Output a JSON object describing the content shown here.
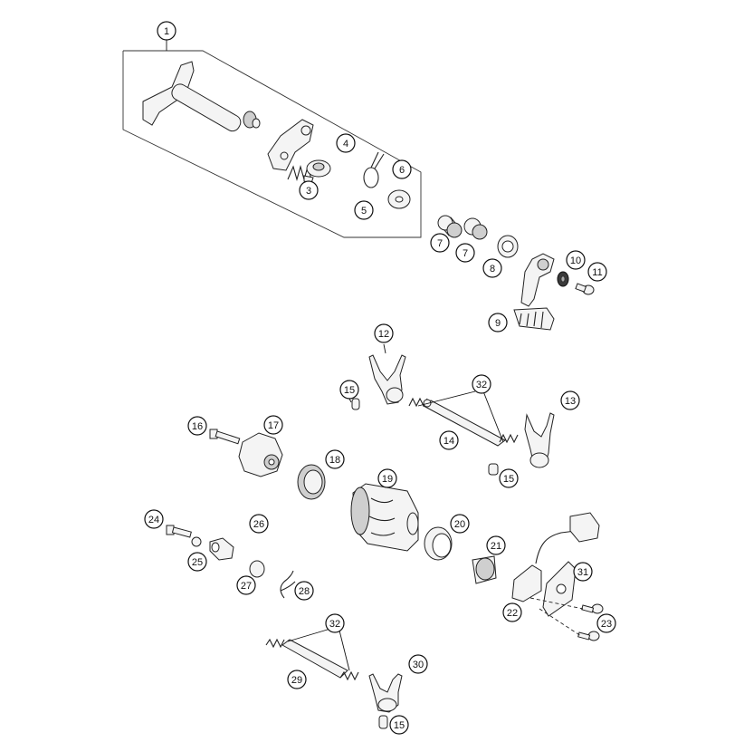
{
  "diagram": {
    "callouts": [
      "1",
      "3",
      "4",
      "5",
      "6",
      "7",
      "7",
      "8",
      "9",
      "10",
      "11",
      "12",
      "13",
      "14",
      "15",
      "15",
      "15",
      "16",
      "17",
      "18",
      "19",
      "20",
      "21",
      "22",
      "23",
      "24",
      "25",
      "26",
      "27",
      "28",
      "29",
      "30",
      "31",
      "32",
      "32"
    ]
  }
}
